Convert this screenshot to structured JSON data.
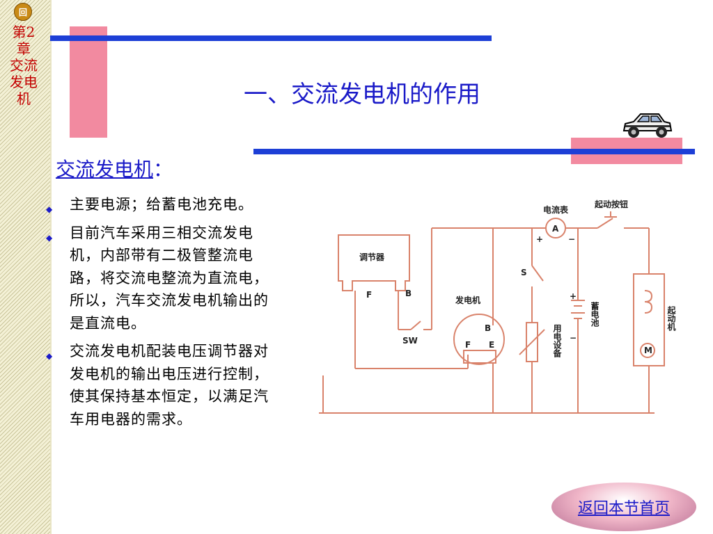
{
  "sidebar": {
    "home_icon_glyph": "回",
    "chapter_title": "第2章 交流发电机"
  },
  "slide": {
    "title": "一、交流发电机的作用",
    "section_link": "交流发电机",
    "section_colon": "：",
    "bullets": [
      "主要电源；给蓄电池充电。",
      "目前汽车采用三相交流发电机，内部带有二极管整流电路，将交流电整流为直流电，所以，汽车交流发电机输出的是直流电。",
      "交流发电机配装电压调节器对发电机的输出电压进行控制，使其保持基本恒定，以满足汽车用电器的需求。"
    ],
    "return_link": "返回本节首页"
  },
  "diagram": {
    "regulator": "调节器",
    "reg_f": "F",
    "reg_b": "B",
    "sw": "SW",
    "generator": "发电机",
    "gen_b": "B",
    "gen_f": "F",
    "gen_e": "E",
    "ammeter": "电流表",
    "ammeter_symbol": "A",
    "plus": "+",
    "minus": "−",
    "start_button": "起动按钮",
    "switch_s": "S",
    "load_label": "用电设备",
    "battery_label": "蓄电池",
    "starter_label": "起动机",
    "motor_symbol": "M",
    "batt_plus": "+",
    "batt_minus": "−"
  },
  "colors": {
    "wire": "#d9826a",
    "title_blue": "#1a1ac8",
    "accent_pink": "#f28aa0",
    "rule_blue": "#1d3fd6"
  }
}
